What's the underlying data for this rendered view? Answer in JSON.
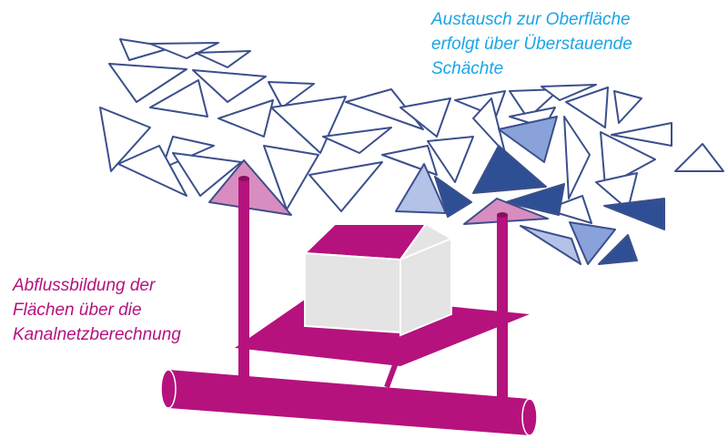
{
  "labels": {
    "surface_exchange": [
      "Austausch zur Oberfläche",
      "erfolgt über Überstauende",
      "Schächte"
    ],
    "runoff": [
      "Abflussbildung der",
      "Flächen über die",
      "Kanalnetzberechnung"
    ]
  },
  "colors": {
    "mesh_stroke": "#3b4f8c",
    "pink": "#d98cc0",
    "light_blue": "#b3c2e6",
    "mid_blue": "#8aa2da",
    "dark_blue": "#2f4f95",
    "magenta": "#b5127e",
    "house_grey": "#e4e4e4",
    "top_label": "#1aa5e6"
  }
}
